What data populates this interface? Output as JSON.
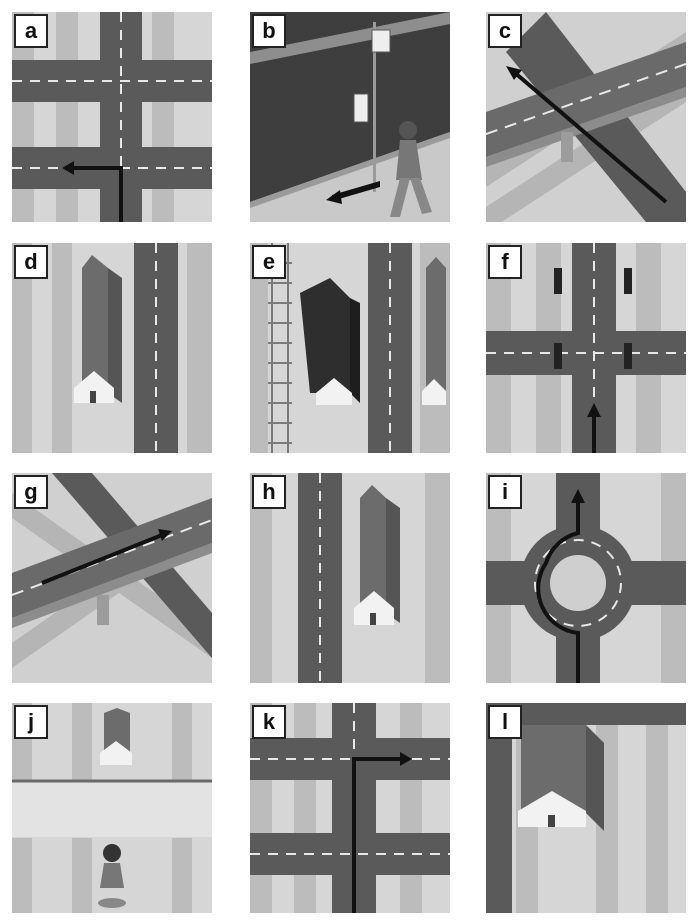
{
  "panels": [
    {
      "id": "a",
      "label": "a"
    },
    {
      "id": "b",
      "label": "b"
    },
    {
      "id": "c",
      "label": "c"
    },
    {
      "id": "d",
      "label": "d"
    },
    {
      "id": "e",
      "label": "e"
    },
    {
      "id": "f",
      "label": "f"
    },
    {
      "id": "g",
      "label": "g"
    },
    {
      "id": "h",
      "label": "h"
    },
    {
      "id": "i",
      "label": "i"
    },
    {
      "id": "j",
      "label": "j"
    },
    {
      "id": "k",
      "label": "k"
    },
    {
      "id": "l",
      "label": "l"
    }
  ],
  "colors": {
    "road": "#5a5a5a",
    "stripe_light": "#d6d6d6",
    "stripe_dark": "#b9b9b9",
    "arrow": "#111111",
    "building": "#777777",
    "house": "#f2f2f2"
  }
}
